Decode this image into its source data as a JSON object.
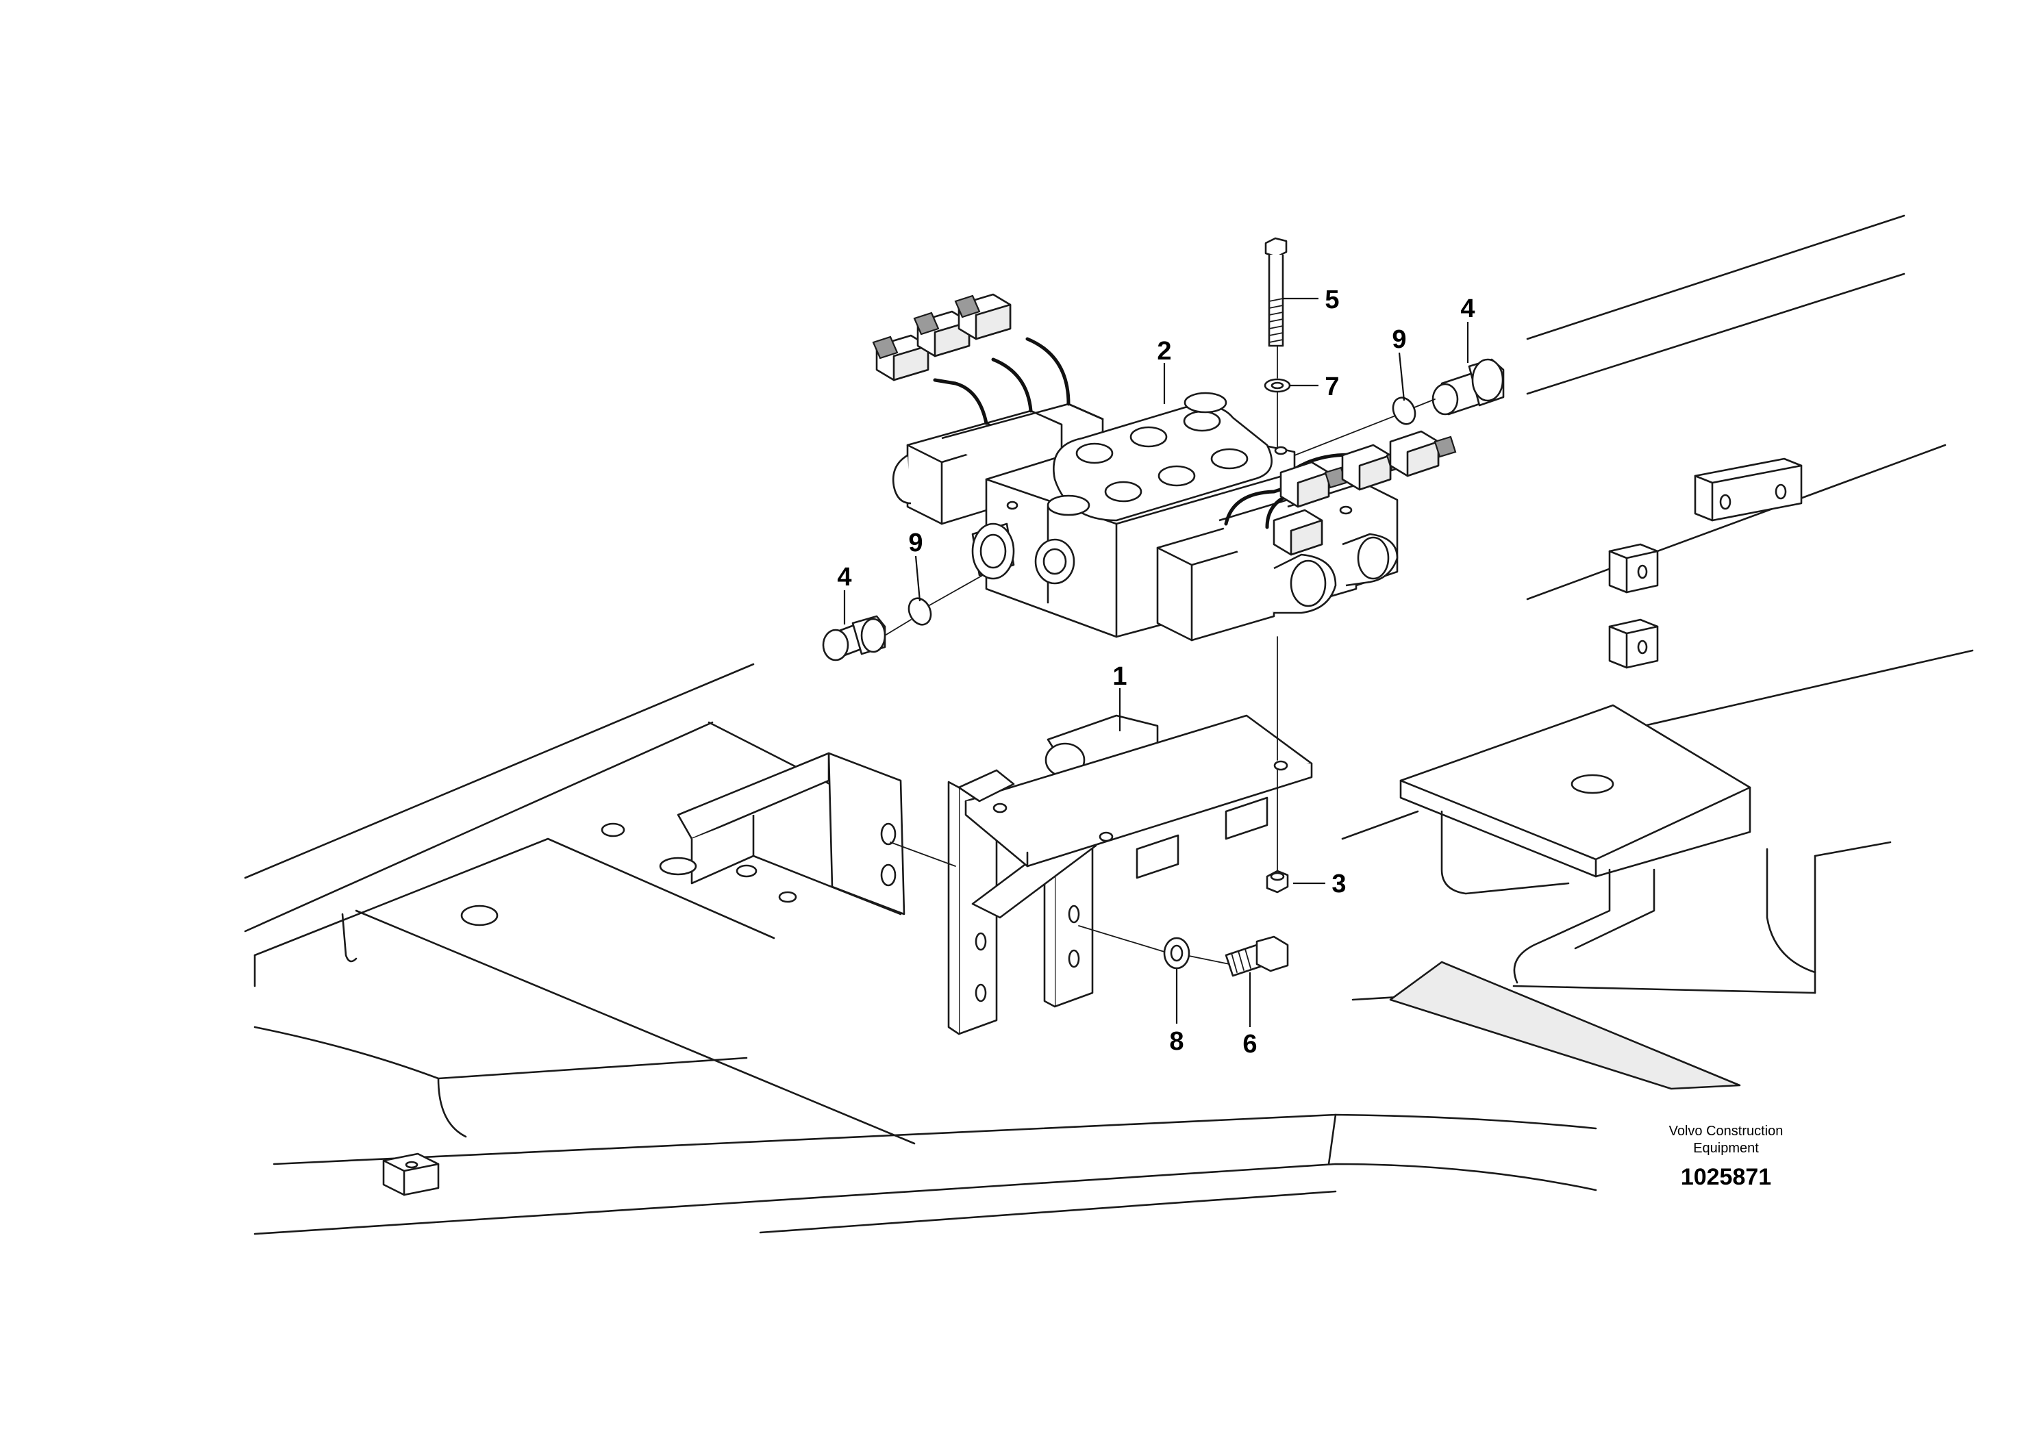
{
  "diagram": {
    "callouts": [
      {
        "id": "1",
        "label": "1"
      },
      {
        "id": "2",
        "label": "2"
      },
      {
        "id": "3",
        "label": "3"
      },
      {
        "id": "4a",
        "label": "4"
      },
      {
        "id": "4b",
        "label": "4"
      },
      {
        "id": "5",
        "label": "5"
      },
      {
        "id": "6",
        "label": "6"
      },
      {
        "id": "7",
        "label": "7"
      },
      {
        "id": "8",
        "label": "8"
      },
      {
        "id": "9a",
        "label": "9"
      },
      {
        "id": "9b",
        "label": "9"
      }
    ]
  },
  "footer": {
    "company_line1": "Volvo Construction",
    "company_line2": "Equipment",
    "document_number": "1025871"
  }
}
